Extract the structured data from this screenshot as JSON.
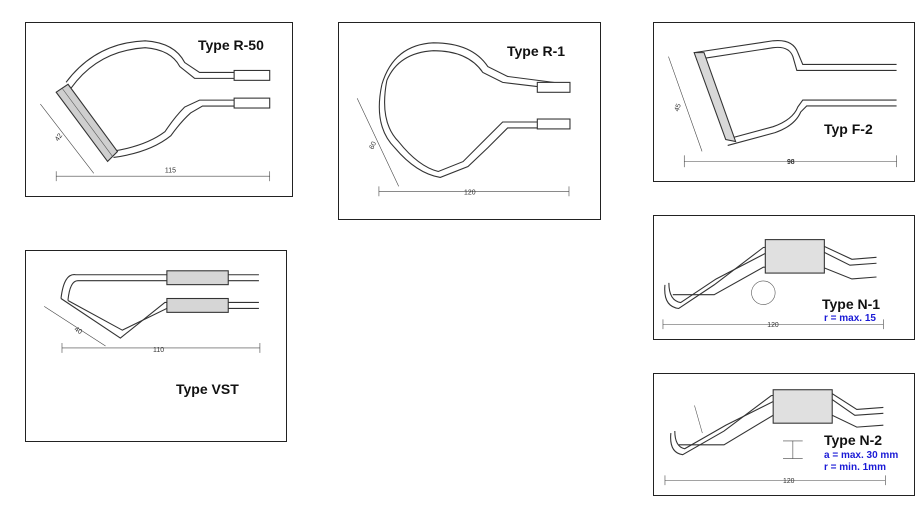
{
  "panels": {
    "r50": {
      "title": "Type R-50",
      "dim_width": "115",
      "dim_diag": "42"
    },
    "r1": {
      "title": "Type R-1",
      "dim_width": "120",
      "dim_diag": "60"
    },
    "f2": {
      "title": "Typ F-2",
      "dim_width": "98",
      "dim_diag": "45"
    },
    "vst": {
      "title": "Type VST",
      "dim_width": "110",
      "dim_diag": "40"
    },
    "n1": {
      "title": "Type N-1",
      "dim_width": "120",
      "notes": [
        "r = max. 15"
      ]
    },
    "n2": {
      "title": "Type N-2",
      "dim_width": "120",
      "notes": [
        "a = max. 30 mm",
        "r = min. 1mm"
      ]
    }
  },
  "colors": {
    "note_text": "#1a1ad6",
    "line": "#333333",
    "border": "#222222"
  }
}
